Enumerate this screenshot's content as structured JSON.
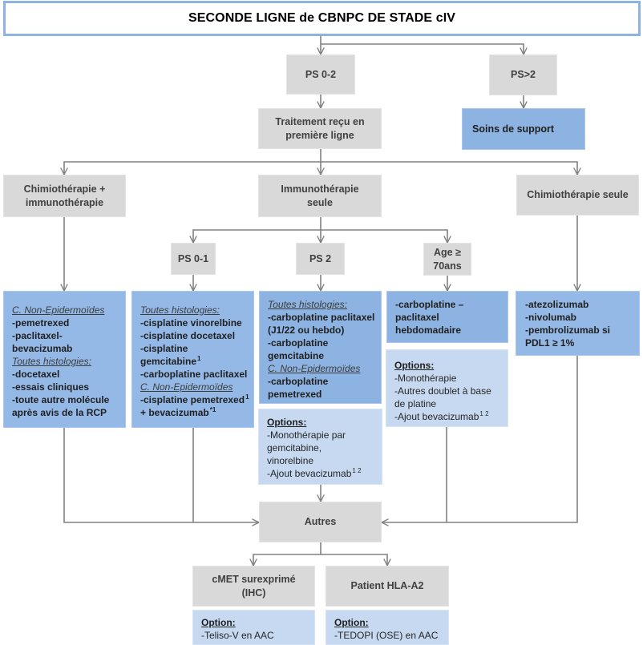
{
  "title": "SECONDE LIGNE de CBNPC DE STADE cIV",
  "colors": {
    "decision_box": "#d9d9d9",
    "treatment_box": "#95b9e7",
    "treatment_box_dark": "#8db3e2",
    "options_box": "#c6d9f1",
    "connector": "#808080",
    "title_border": "#8db3e2"
  },
  "nodes": {
    "ps_0_2": "PS 0-2",
    "ps_gt_2": "PS>2",
    "first_line_treatment": "Traitement reçu en\npremière ligne",
    "supportive_care": "Soins de support",
    "chemo_immuno": "Chimiothérapie +\nimmunothérapie",
    "immuno_alone": "Immunothérapie\nseule",
    "chemo_alone": "Chimiothérapie seule",
    "ps_0_1": "PS 0-1",
    "ps_2": "PS 2",
    "age_70": "Age ≥\n70ans",
    "others": "Autres",
    "cmet": "cMET surexprimé\n(IHC)",
    "hla_a2": "Patient HLA-A2"
  },
  "treatments": {
    "after_chemo_immuno": [
      {
        "kind": "heading",
        "text": "C. Non-Epidermoïdes"
      },
      {
        "kind": "item",
        "text": "-pemetrexed"
      },
      {
        "kind": "item",
        "text": "-paclitaxel-"
      },
      {
        "kind": "item",
        "text": "bevacizumab"
      },
      {
        "kind": "heading",
        "text": "Toutes histologies:"
      },
      {
        "kind": "item",
        "text": "-docetaxel"
      },
      {
        "kind": "item",
        "text": "-essais cliniques"
      },
      {
        "kind": "item",
        "text": "-toute autre molécule"
      },
      {
        "kind": "item",
        "text": "après avis de la RCP"
      }
    ],
    "ps_0_1": [
      {
        "kind": "heading",
        "text": "Toutes histologies:"
      },
      {
        "kind": "item",
        "text": "-cisplatine vinorelbine"
      },
      {
        "kind": "item",
        "text": "-cisplatine docetaxel"
      },
      {
        "kind": "item",
        "text": "-cisplatine"
      },
      {
        "kind": "item",
        "text": "gemcitabine",
        "sup": "1"
      },
      {
        "kind": "item",
        "text": "-carboplatine paclitaxel"
      },
      {
        "kind": "heading",
        "text": "C. Non-Epidermoïdes"
      },
      {
        "kind": "item",
        "text": "-cisplatine pemetrexed",
        "sup": "1"
      },
      {
        "kind": "item",
        "text": "+ bevacizumab",
        "sup": "*1"
      }
    ],
    "ps_2": [
      {
        "kind": "heading",
        "text": "Toutes histologies:"
      },
      {
        "kind": "item",
        "text": "-carboplatine paclitaxel"
      },
      {
        "kind": "item",
        "text": "(J1/22 ou hebdo)"
      },
      {
        "kind": "item",
        "text": "-carboplatine"
      },
      {
        "kind": "item",
        "text": "gemcitabine"
      },
      {
        "kind": "heading",
        "text": "C. Non-Epidermoïdes"
      },
      {
        "kind": "item",
        "text": "-carboplatine"
      },
      {
        "kind": "item",
        "text": "pemetrexed"
      }
    ],
    "ps_2_options": [
      {
        "kind": "options-title",
        "text": "Options:"
      },
      {
        "kind": "option",
        "text": "-Monothérapie par"
      },
      {
        "kind": "option",
        "text": "gemcitabine,"
      },
      {
        "kind": "option",
        "text": "vinorelbine"
      },
      {
        "kind": "option",
        "text": "-Ajout bevacizumab",
        "sup": "1 2"
      }
    ],
    "age_70": [
      {
        "kind": "item",
        "text": "-carboplatine –"
      },
      {
        "kind": "item",
        "text": "paclitaxel"
      },
      {
        "kind": "item",
        "text": "hebdomadaire"
      }
    ],
    "age_70_options": [
      {
        "kind": "options-title",
        "text": "Options:"
      },
      {
        "kind": "option",
        "text": "-Monothérapie"
      },
      {
        "kind": "option",
        "text": "-Autres doublet à base"
      },
      {
        "kind": "option",
        "text": "de platine"
      },
      {
        "kind": "option",
        "text": "-Ajout bevacizumab",
        "sup": "1 2"
      }
    ],
    "after_chemo_alone": [
      {
        "kind": "item",
        "text": "-atezolizumab"
      },
      {
        "kind": "item",
        "text": "-nivolumab"
      },
      {
        "kind": "item",
        "text": "-pembrolizumab si"
      },
      {
        "kind": "item",
        "text": "PDL1 ≥ 1%"
      }
    ],
    "cmet_options": [
      {
        "kind": "options-title",
        "text": "Option:"
      },
      {
        "kind": "option",
        "text": "-Teliso-V en AAC"
      }
    ],
    "hla_options": [
      {
        "kind": "options-title",
        "text": "Option:"
      },
      {
        "kind": "option",
        "text": "-TEDOPI (OSE) en AAC"
      }
    ]
  }
}
